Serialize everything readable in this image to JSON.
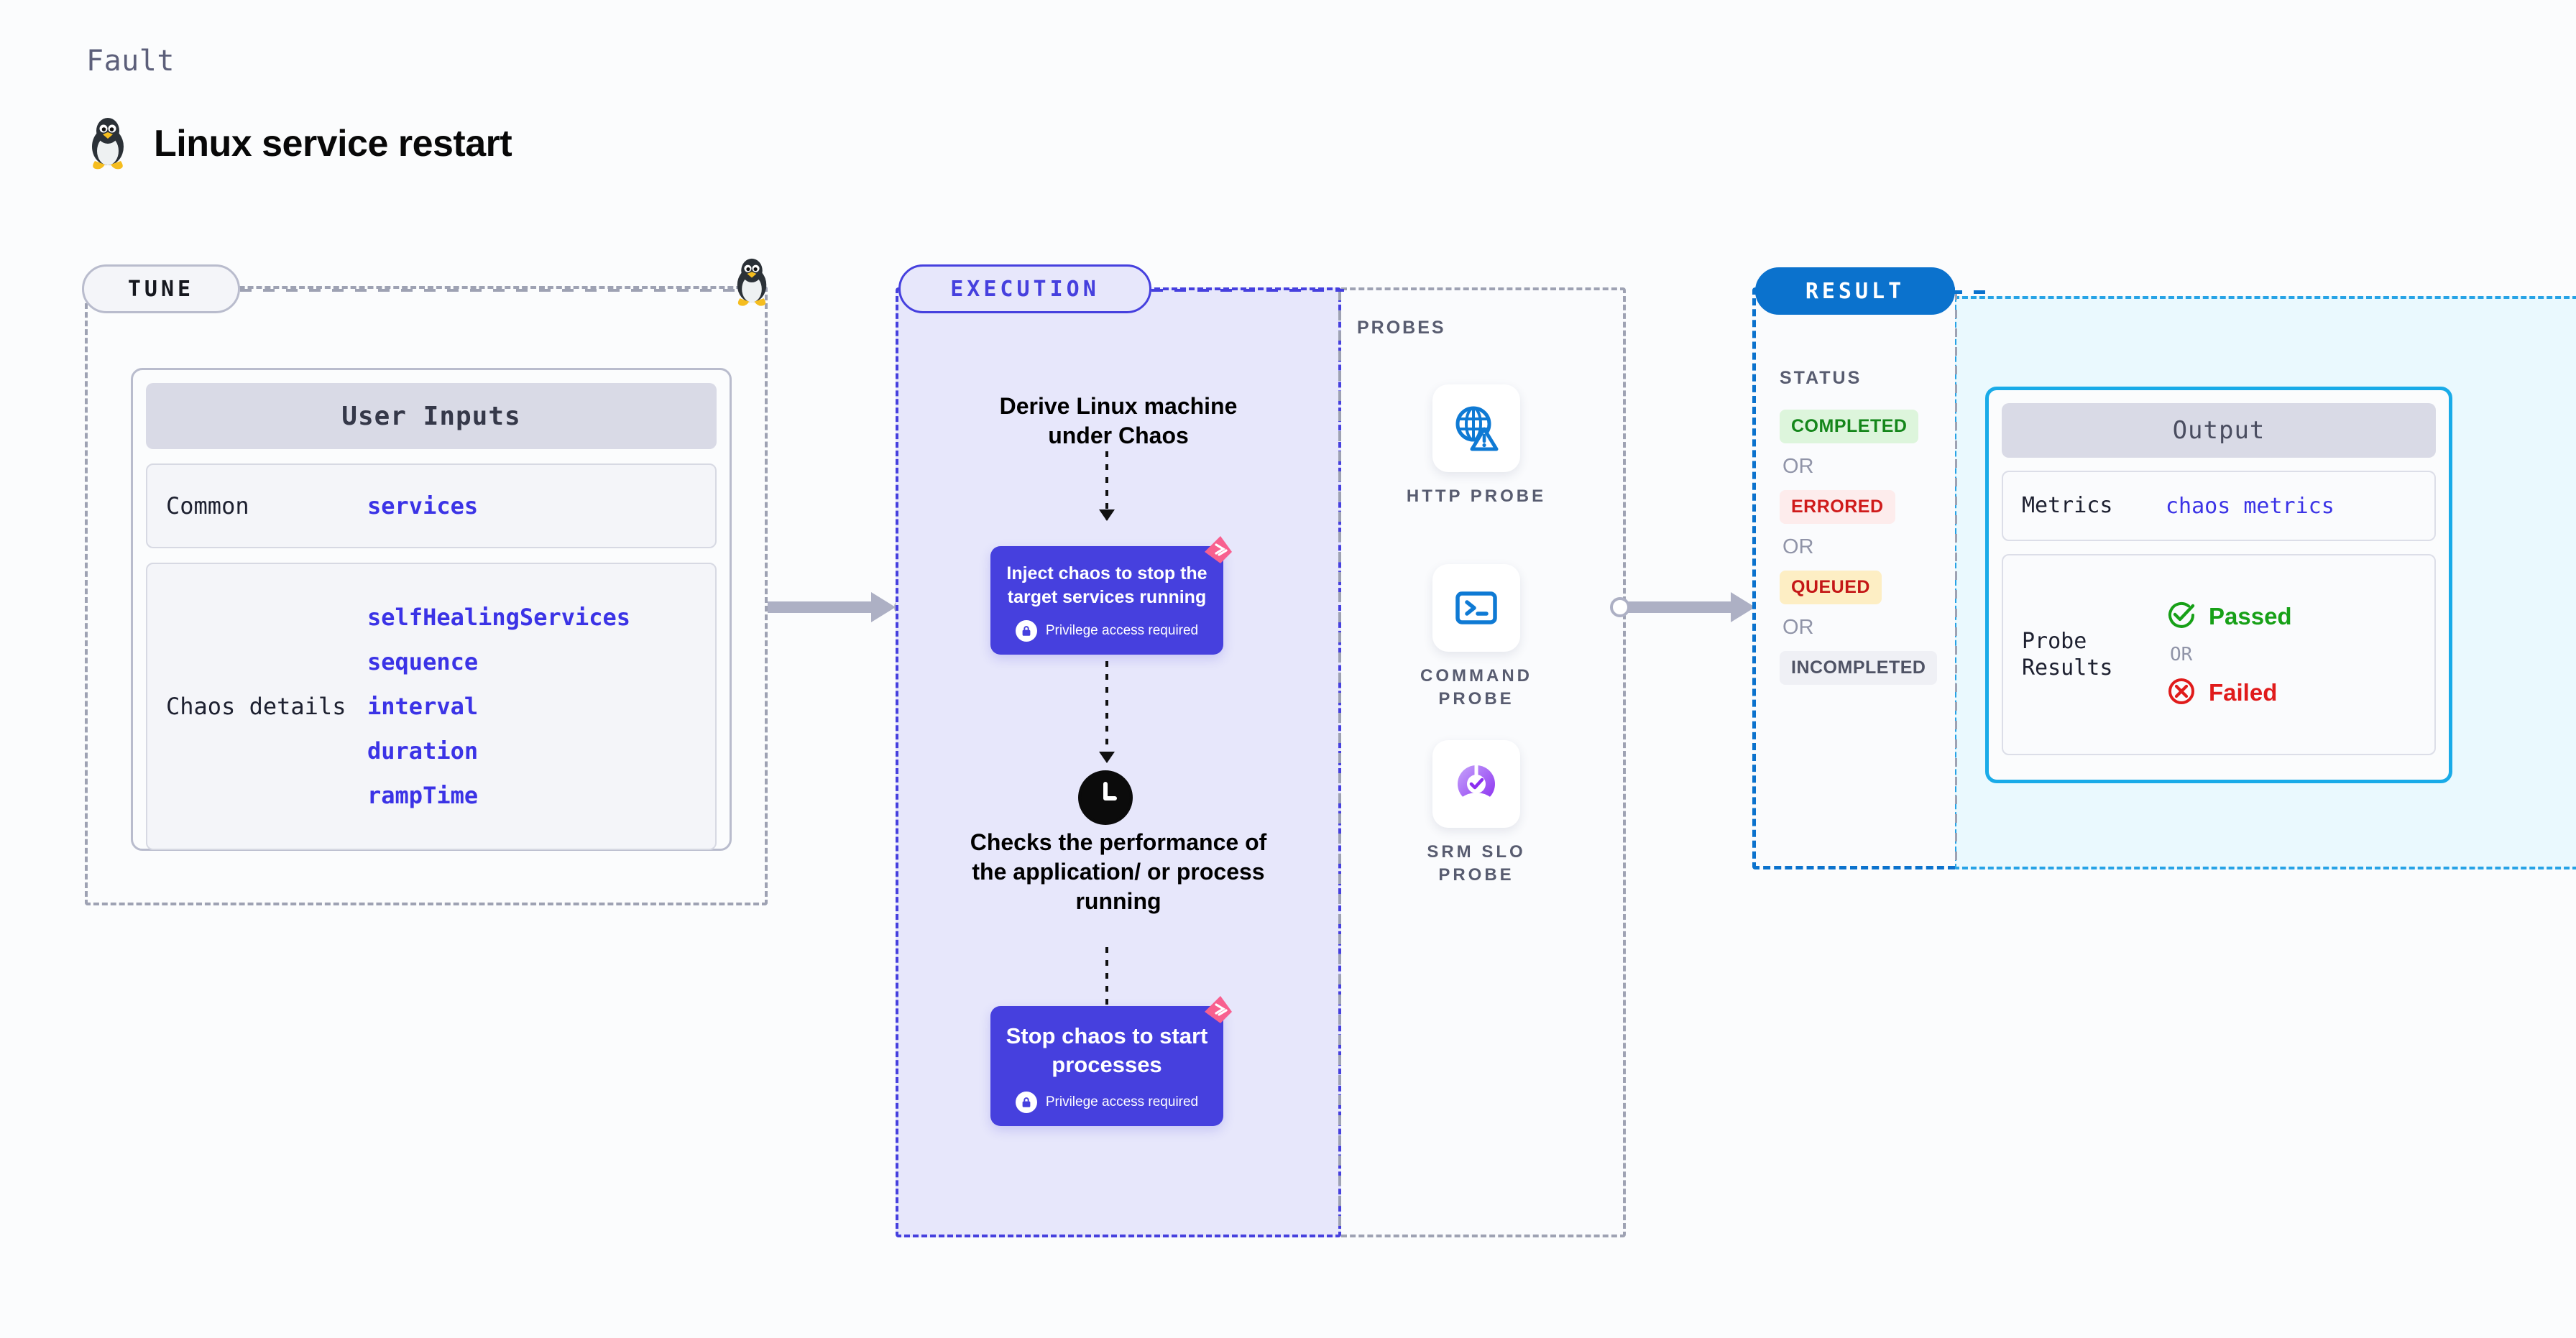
{
  "header": {
    "eyebrow": "Fault",
    "title": "Linux service restart",
    "icon": "linux-tux-icon"
  },
  "tune": {
    "pill_label": "TUNE",
    "node_icon": "linux-tux-icon",
    "card": {
      "heading": "User Inputs",
      "rows": [
        {
          "key": "Common",
          "values": [
            "services"
          ]
        },
        {
          "key": "Chaos details",
          "values": [
            "selfHealingServices",
            "sequence",
            "interval",
            "duration",
            "rampTime"
          ]
        }
      ]
    }
  },
  "execution": {
    "pill_label": "EXECUTION",
    "steps": [
      {
        "type": "text",
        "label": "Derive Linux machine under Chaos"
      },
      {
        "type": "action",
        "label": "Inject chaos to stop the target services running",
        "note": "Privilege access required",
        "note_icon": "lock-icon",
        "badge_icon": "harness-chaos-icon"
      },
      {
        "type": "timer",
        "icon": "clock-icon",
        "label": "Checks the performance of the application/ or process running"
      },
      {
        "type": "action",
        "label": "Stop chaos to start processes",
        "note": "Privilege access required",
        "note_icon": "lock-icon",
        "badge_icon": "harness-chaos-icon"
      }
    ]
  },
  "probes": {
    "label": "PROBES",
    "items": [
      {
        "caption": "HTTP PROBE",
        "icon": "globe-alert-icon"
      },
      {
        "caption": "COMMAND PROBE",
        "icon": "terminal-icon"
      },
      {
        "caption": "SRM SLO PROBE",
        "icon": "slo-donut-check-icon"
      }
    ]
  },
  "result": {
    "pill_label": "RESULT",
    "status_label": "STATUS",
    "or_label": "OR",
    "statuses": [
      {
        "label": "COMPLETED",
        "style": "b-completed"
      },
      {
        "label": "ERRORED",
        "style": "b-errored"
      },
      {
        "label": "QUEUED",
        "style": "b-queued"
      },
      {
        "label": "INCOMPLETED",
        "style": "b-incomplete"
      }
    ]
  },
  "output": {
    "heading": "Output",
    "metrics_key": "Metrics",
    "metrics_value": "chaos metrics",
    "probe_key": "Probe Results",
    "or_label": "OR",
    "passed_label": "Passed",
    "failed_label": "Failed",
    "passed_icon": "check-circle-icon",
    "failed_icon": "x-circle-icon"
  },
  "colors": {
    "accent_purple": "#4640de",
    "accent_blue": "#0b72cd",
    "output_border": "#19abe8",
    "pass_green": "#17a017",
    "fail_red": "#e01b1b",
    "value_blue": "#3b33e6",
    "connector_gray": "#adb0c4"
  }
}
